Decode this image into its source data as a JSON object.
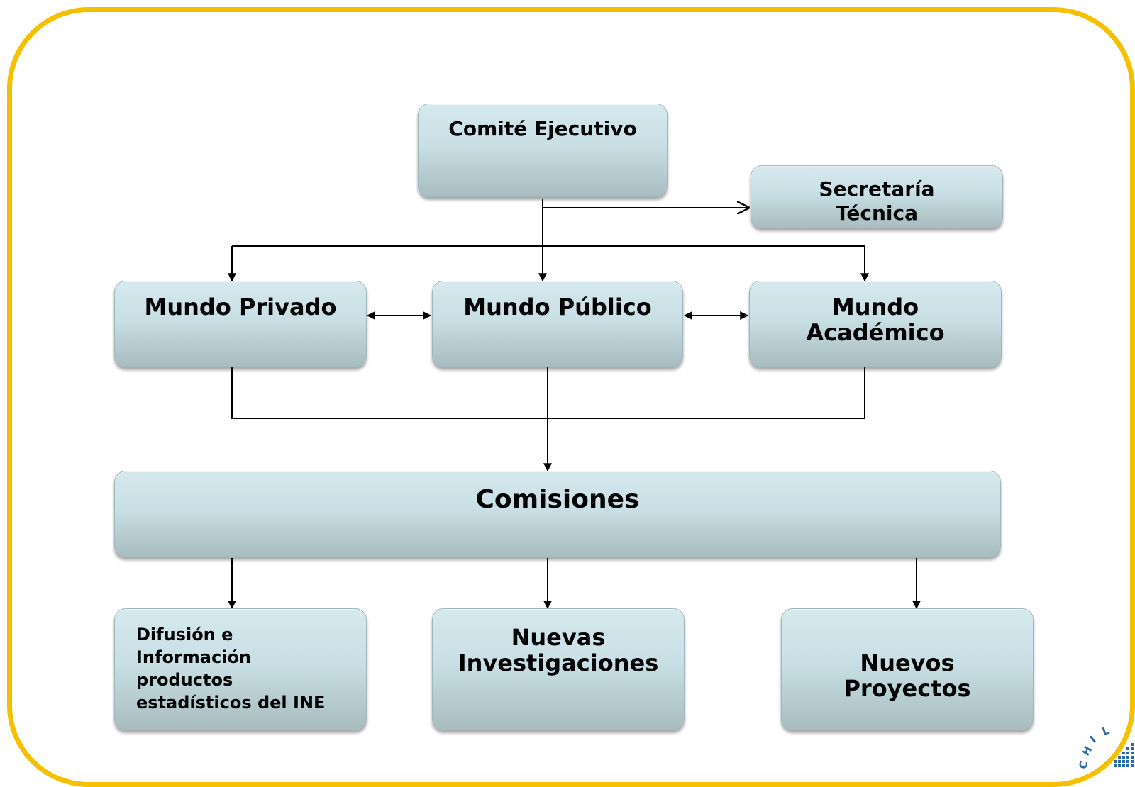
{
  "nodes": {
    "comite": "Comité Ejecutivo",
    "secretaria": "Secretaría\nTécnica",
    "privado": "Mundo Privado",
    "publico": "Mundo Público",
    "academico": "Mundo\nAcadémico",
    "comisiones": "Comisiones",
    "difusion": "Difusión e\nInformación\nproductos\nestadísticos del INE",
    "investigaciones": "Nuevas\nInvestigaciones",
    "proyectos": "Nuevos\nProyectos"
  },
  "logo": {
    "letters": [
      "C",
      "H",
      "I",
      "L"
    ]
  },
  "colors": {
    "frame": "#f5c000",
    "box_top": "#d5e9ee",
    "box_bottom": "#a9bdc1",
    "line": "#000000",
    "logo": "#2a6aa8"
  }
}
